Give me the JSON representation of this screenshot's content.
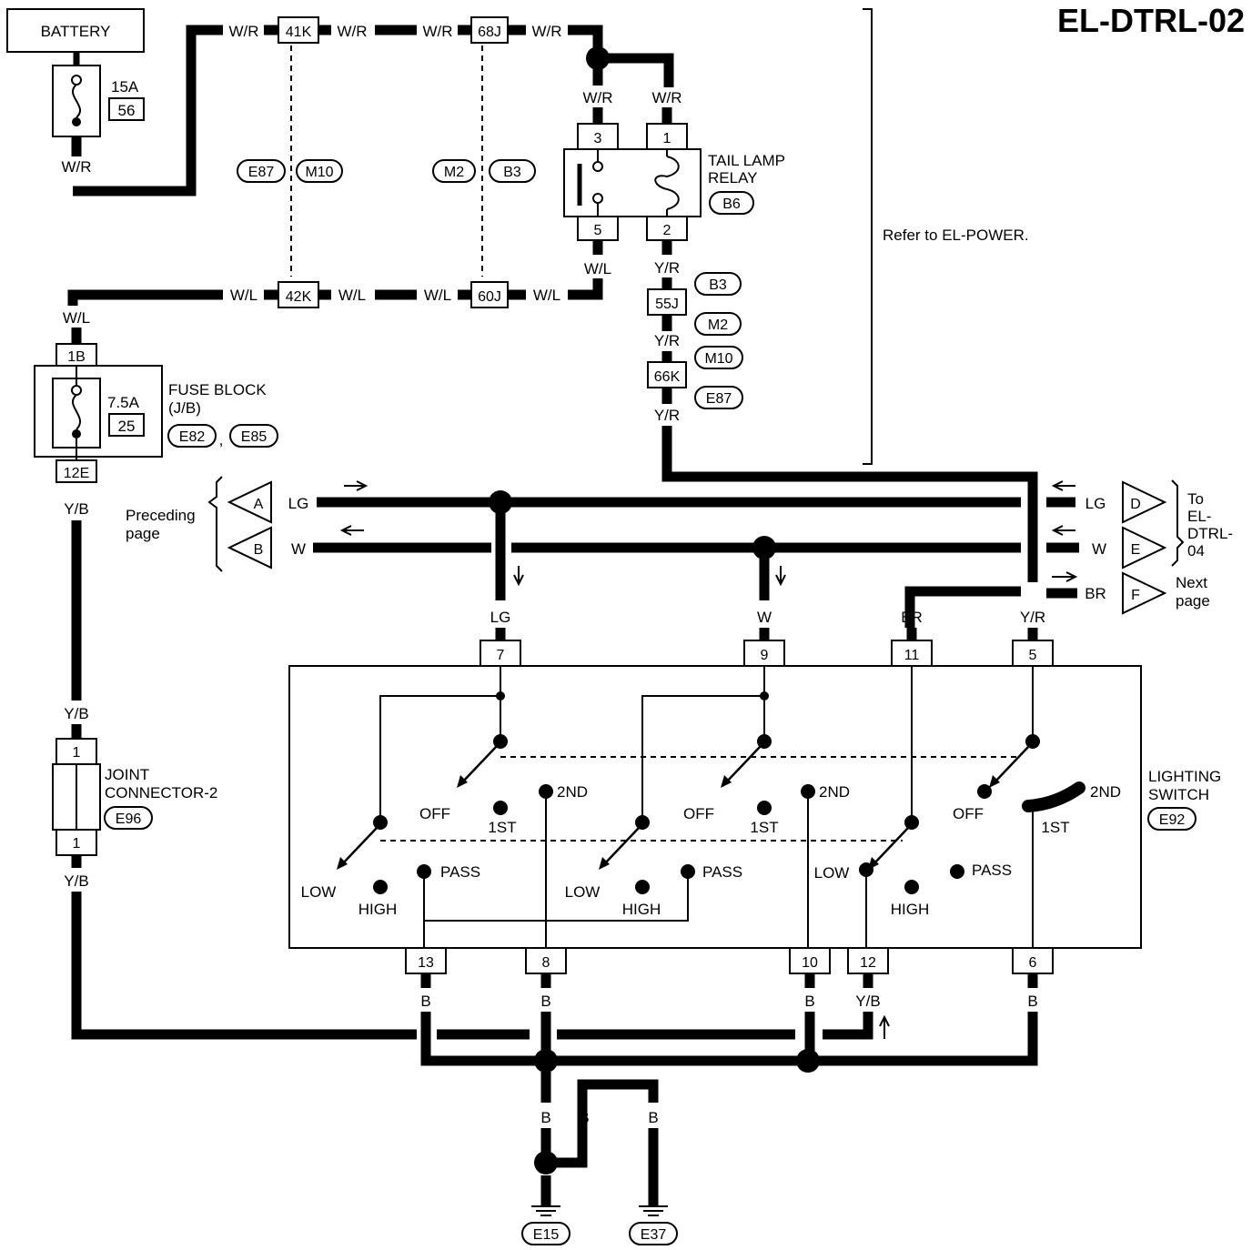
{
  "title": "EL-DTRL-02",
  "battery": {
    "label": "BATTERY",
    "fuse_rating": "15A",
    "fuse_no": "56",
    "wire": "W/R"
  },
  "connectors": {
    "c41k": "41K",
    "c68j": "68J",
    "c42k": "42K",
    "c60j": "60J",
    "c55j": "55J",
    "c66k": "66K",
    "e87a": "E87",
    "m10a": "M10",
    "m2a": "M2",
    "b3a": "B3",
    "b3b": "B3",
    "m2b": "M2",
    "m10b": "M10",
    "e87b": "E87"
  },
  "wires": {
    "wr": "W/R",
    "wl": "W/L",
    "yr": "Y/R",
    "yb": "Y/B",
    "lg": "LG",
    "w": "W",
    "br": "BR",
    "b": "B"
  },
  "relay": {
    "line1": "TAIL LAMP",
    "line2": "RELAY",
    "code": "B6",
    "pin3": "3",
    "pin1": "1",
    "pin5": "5",
    "pin2": "2"
  },
  "refer_note": "Refer to EL-POWER.",
  "fuse_block": {
    "line1": "FUSE BLOCK",
    "line2": "(J/B)",
    "rating": "7.5A",
    "fuse_no": "25",
    "code1": "E82",
    "sep": ",",
    "code2": "E85",
    "pin_top": "1B",
    "pin_bot": "12E"
  },
  "joint_connector": {
    "line1": "JOINT",
    "line2": "CONNECTOR-2",
    "code": "E96",
    "pin_top": "1",
    "pin_bot": "1"
  },
  "preceding": {
    "line1": "Preceding",
    "line2": "page",
    "a": "A",
    "b": "B"
  },
  "to_dtrl": {
    "line1": "To",
    "line2": "EL-",
    "line3": "DTRL-",
    "line4": "04",
    "d": "D",
    "e": "E"
  },
  "next_page": {
    "line1": "Next",
    "line2": "page",
    "f": "F"
  },
  "lighting_switch": {
    "line1": "LIGHTING",
    "line2": "SWITCH",
    "code": "E92",
    "top_pins": [
      "7",
      "9",
      "11",
      "5"
    ],
    "bottom_pins": [
      "13",
      "8",
      "10",
      "12",
      "6"
    ],
    "off": "OFF",
    "first": "1ST",
    "second": "2ND",
    "low": "LOW",
    "high": "HIGH",
    "pass": "PASS"
  },
  "grounds": [
    "E15",
    "E37"
  ]
}
